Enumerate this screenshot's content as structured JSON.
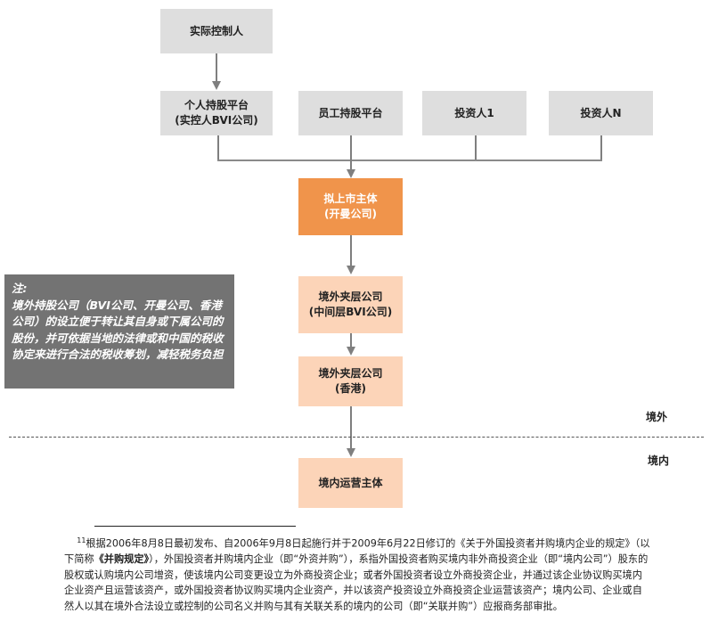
{
  "diagram": {
    "controller": "实际控制人",
    "shareholders": [
      {
        "line1": "个人持股平台",
        "line2": "(实控人BVI公司)"
      },
      {
        "line1": "员工持股平台",
        "line2": ""
      },
      {
        "line1": "投资人1",
        "line2": ""
      },
      {
        "line1": "投资人N",
        "line2": ""
      }
    ],
    "listing_entity": {
      "line1": "拟上市主体",
      "line2": "(开曼公司)"
    },
    "offshore_mid": {
      "line1": "境外夹层公司",
      "line2": "(中间层BVI公司)"
    },
    "offshore_hk": {
      "line1": "境外夹层公司",
      "line2": "(香港)"
    },
    "onshore_entity": "境内运营主体",
    "region_offshore": "境外",
    "region_onshore": "境内",
    "colors": {
      "grey_box": "#dedede",
      "orange_box": "#f0944b",
      "peach_box": "#fcd4b8",
      "note_bg": "#737373",
      "line": "#7f7f7f"
    }
  },
  "note": {
    "title": "注:",
    "text": "境外持股公司（BVI公司、开曼公司、香港公司）的设立便于转让其自身或下属公司的股份，并可依据当地的法律或和中国的税收协定来进行合法的税收筹划，减轻税务负担"
  },
  "footnote": {
    "marker": "11",
    "part1": "根据2006年8月8日最初发布、自2006年9月8日起施行并于2009年6月22日修订的《关于外国投资者并购境内企业的规定》（以下简称",
    "bold": "《并购规定》",
    "part2": "），外国投资者并购境内企业（即“外资并购”），系指外国投资者购买境内非外商投资企业（即“境内公司”）股东的股权或认购境内公司增资，使该境内公司变更设立为外商投资企业；或者外国投资者设立外商投资企业，并通过该企业协议购买境内企业资产且运营该资产，或外国投资者协议购买境内企业资产，并以该资产投资设立外商投资企业运营该资产；境内公司、企业或自然人以其在境外合法设立或控制的公司名义并购与其有关联关系的境内的公司（即“关联并购”）应报商务部审批。"
  }
}
